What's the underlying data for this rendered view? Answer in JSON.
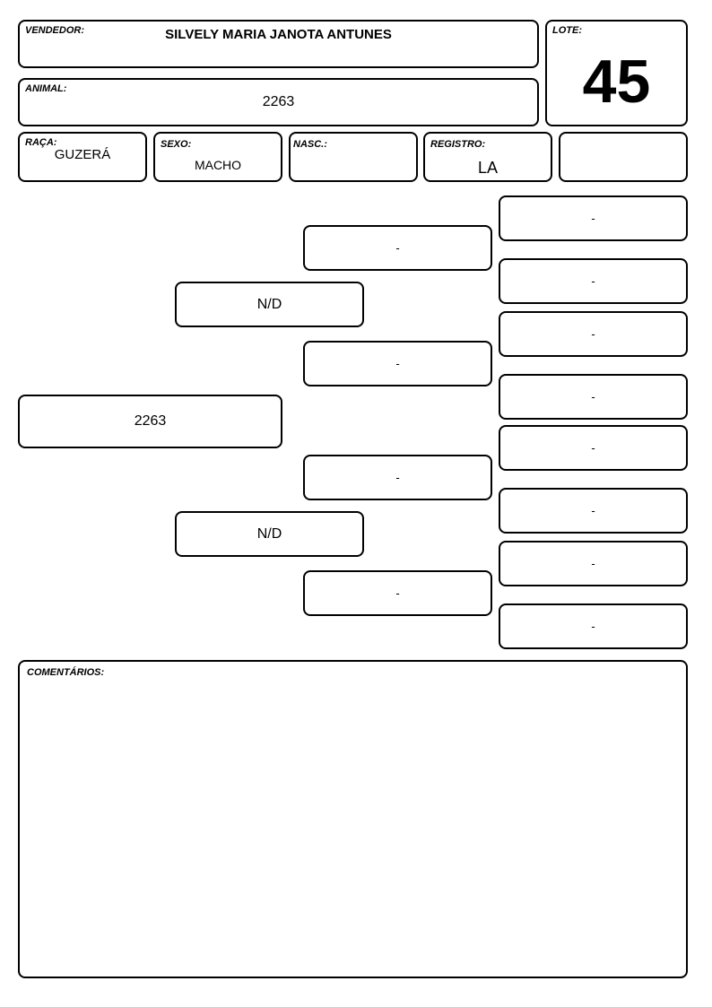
{
  "header": {
    "vendedor_label": "VENDEDOR:",
    "vendedor_value": "SILVELY MARIA JANOTA ANTUNES",
    "lote_label": "LOTE:",
    "lote_value": "45",
    "animal_label": "ANIMAL:",
    "animal_value": "2263"
  },
  "details": {
    "raca_label": "RAÇA:",
    "raca_value": "GUZERÁ",
    "sexo_label": "SEXO:",
    "sexo_value": "MACHO",
    "nasc_label": "NASC.:",
    "nasc_value": "",
    "registro_label": "REGISTRO:",
    "registro_value": "LA",
    "extra_value": ""
  },
  "pedigree": {
    "animal": "2263",
    "parents": [
      "N/D",
      "N/D"
    ],
    "grandparents": [
      "-",
      "-",
      "-",
      "-"
    ],
    "great_grandparents": [
      "-",
      "-",
      "-",
      "-",
      "-",
      "-",
      "-",
      "-"
    ]
  },
  "comments": {
    "label": "COMENTÁRIOS:",
    "value": ""
  }
}
